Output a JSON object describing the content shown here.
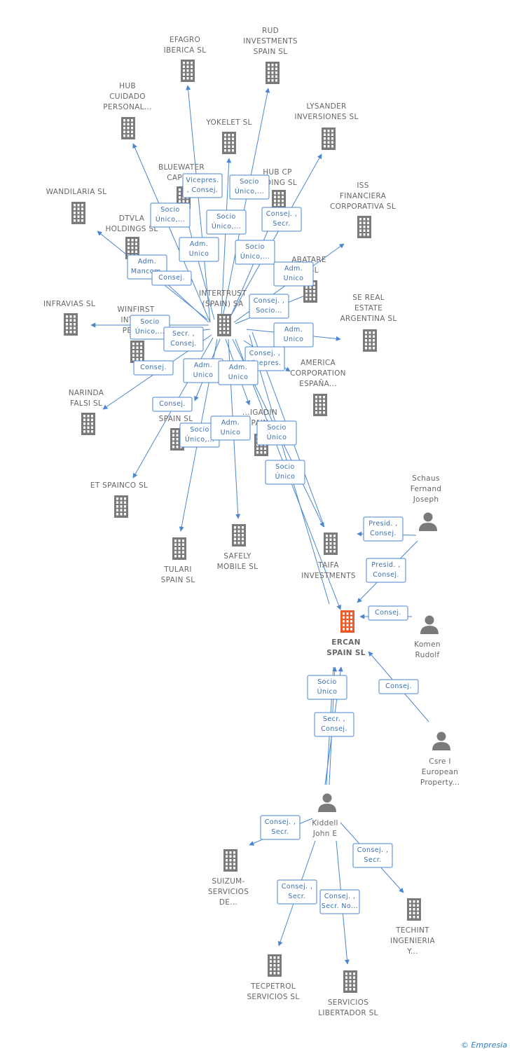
{
  "colors": {
    "company": "#7a7a7a",
    "focus": "#f05a28",
    "person": "#7a7a7a",
    "edge": "#4a86d0",
    "label": "#666666"
  },
  "nodes": [
    {
      "id": "efagro",
      "type": "company",
      "label": [
        "EFAGRO",
        "IBERICA  SL"
      ]
    },
    {
      "id": "rud",
      "type": "company",
      "label": [
        "RUD",
        "INVESTMENTS",
        "SPAIN  SL"
      ]
    },
    {
      "id": "hub_cuidado",
      "type": "company",
      "label": [
        "HUB",
        "CUIDADO",
        "PERSONAL..."
      ]
    },
    {
      "id": "yokelet",
      "type": "company",
      "label": [
        "YOKELET  SL"
      ]
    },
    {
      "id": "lysander",
      "type": "company",
      "label": [
        "LYSANDER",
        "INVERSIONES SL"
      ]
    },
    {
      "id": "bluewater",
      "type": "company",
      "label": [
        "BLUEWATER",
        "CAPIT..."
      ]
    },
    {
      "id": "hubcp",
      "type": "company",
      "label": [
        "HUB CP",
        "...DING  SL"
      ]
    },
    {
      "id": "wandilaria",
      "type": "company",
      "label": [
        "WANDILARIA SL"
      ]
    },
    {
      "id": "iss",
      "type": "company",
      "label": [
        "ISS",
        "FINANCIERA",
        "CORPORATIVA SL"
      ]
    },
    {
      "id": "dtvla",
      "type": "company",
      "label": [
        "DTVLA",
        "HOLDINGS  SL"
      ]
    },
    {
      "id": "abatare",
      "type": "company",
      "label": [
        "ABATARE",
        "...  SL"
      ]
    },
    {
      "id": "intertrust",
      "type": "company",
      "label": [
        "INTERTRUST",
        "(SPAIN) SA"
      ]
    },
    {
      "id": "infravias",
      "type": "company",
      "label": [
        "INFRAVIAS  SL"
      ]
    },
    {
      "id": "winfirst",
      "type": "company",
      "label": [
        "WINFIRST",
        "INTER...",
        "PETR..."
      ]
    },
    {
      "id": "sereal",
      "type": "company",
      "label": [
        "SE REAL",
        "ESTATE",
        "ARGENTINA SL"
      ]
    },
    {
      "id": "america",
      "type": "company",
      "label": [
        "AMERICA",
        "CORPORATION",
        "ESPAÑA..."
      ]
    },
    {
      "id": "narinda",
      "type": "company",
      "label": [
        "NARINDA",
        "FALSI SL"
      ]
    },
    {
      "id": "spainsl",
      "type": "company",
      "label": [
        "SPAIN SL"
      ]
    },
    {
      "id": "igadin",
      "type": "company",
      "label": [
        "...IGADIN",
        "...PAIN..."
      ]
    },
    {
      "id": "etspainco",
      "type": "company",
      "label": [
        "ET SPAINCO SL"
      ]
    },
    {
      "id": "tulari",
      "type": "company",
      "label": [
        "TULARI",
        "SPAIN  SL"
      ]
    },
    {
      "id": "safely",
      "type": "company",
      "label": [
        "SAFELY",
        "MOBILE SL"
      ]
    },
    {
      "id": "taifa",
      "type": "company",
      "label": [
        "TAIFA",
        "INVESTMENTS"
      ]
    },
    {
      "id": "ercan",
      "type": "focus",
      "label": [
        "ERCAN",
        "SPAIN  SL"
      ]
    },
    {
      "id": "schaus",
      "type": "person",
      "label": [
        "Schaus",
        "Fernand",
        "Joseph"
      ]
    },
    {
      "id": "komen",
      "type": "person",
      "label": [
        "Komen",
        "Rudolf"
      ]
    },
    {
      "id": "csre",
      "type": "person",
      "label": [
        "Csre I",
        "European",
        "Property..."
      ]
    },
    {
      "id": "kiddell",
      "type": "person",
      "label": [
        "Kiddell",
        "John E"
      ]
    },
    {
      "id": "suizum",
      "type": "company",
      "label": [
        "SUIZUM-",
        "SERVICIOS",
        "DE..."
      ]
    },
    {
      "id": "techint",
      "type": "company",
      "label": [
        "TECHINT",
        "INGENIERIA",
        "Y..."
      ]
    },
    {
      "id": "tecpetrol",
      "type": "company",
      "label": [
        "TECPETROL",
        "SERVICIOS SL"
      ]
    },
    {
      "id": "servicios",
      "type": "company",
      "label": [
        "SERVICIOS",
        "LIBERTADOR SL"
      ]
    }
  ],
  "edges": [
    {
      "from": "intertrust",
      "to": "efagro",
      "roles": [
        "Vicepres.",
        ", Consej."
      ]
    },
    {
      "from": "intertrust",
      "to": "rud",
      "roles": [
        "Socio",
        "Único,..."
      ]
    },
    {
      "from": "intertrust",
      "to": "hub_cuidado",
      "roles": [
        "Socio",
        "Único,..."
      ]
    },
    {
      "from": "intertrust",
      "to": "yokelet",
      "roles": [
        "Socio",
        "Único,..."
      ]
    },
    {
      "from": "intertrust",
      "to": "lysander",
      "roles": [
        "Consej. ,",
        "Secr."
      ]
    },
    {
      "from": "intertrust",
      "to": "bluewater",
      "roles": [
        "Adm.",
        "Unico"
      ]
    },
    {
      "from": "intertrust",
      "to": "hubcp",
      "roles": [
        "Socio",
        "Único,..."
      ]
    },
    {
      "from": "intertrust",
      "to": "wandilaria",
      "roles": [
        "Adm.",
        "Mancom."
      ]
    },
    {
      "from": "intertrust",
      "to": "iss",
      "roles": [
        "Adm.",
        "Unico"
      ]
    },
    {
      "from": "intertrust",
      "to": "dtvla",
      "roles": [
        "Consej."
      ]
    },
    {
      "from": "intertrust",
      "to": "abatare",
      "roles": [
        "Consej. ,",
        "Socio..."
      ]
    },
    {
      "from": "intertrust",
      "to": "infravias",
      "roles": [
        "Socio",
        "Único,..."
      ]
    },
    {
      "from": "intertrust",
      "to": "winfirst",
      "roles": [
        "Secr. ,",
        "Consej."
      ]
    },
    {
      "from": "intertrust",
      "to": "sereal",
      "roles": [
        "Adm.",
        "Unico"
      ]
    },
    {
      "from": "intertrust",
      "to": "america",
      "roles": [
        "Consej. ,",
        "Vicepres."
      ]
    },
    {
      "from": "intertrust",
      "to": "narinda",
      "roles": [
        "Consej."
      ]
    },
    {
      "from": "intertrust",
      "to": "spainsl",
      "roles": [
        "Adm.",
        "Unico"
      ]
    },
    {
      "from": "intertrust",
      "to": "igadin",
      "roles": [
        "Adm.",
        "Unico"
      ]
    },
    {
      "from": "intertrust",
      "to": "etspainco",
      "roles": [
        "Consej."
      ]
    },
    {
      "from": "intertrust",
      "to": "tulari",
      "roles": [
        "Socio",
        "Único,..."
      ]
    },
    {
      "from": "intertrust",
      "to": "safely",
      "roles": [
        "Adm.",
        "Unico"
      ]
    },
    {
      "from": "intertrust",
      "to": "taifa",
      "roles": [
        "Socio",
        "Único"
      ]
    },
    {
      "from": "intertrust",
      "to": "ercan",
      "roles": [
        "Socio",
        "Único"
      ]
    },
    {
      "from": "schaus",
      "to": "taifa",
      "roles": [
        "Presid. ,",
        "Consej."
      ]
    },
    {
      "from": "schaus",
      "to": "ercan",
      "roles": [
        "Presid. ,",
        "Consej."
      ]
    },
    {
      "from": "komen",
      "to": "taifa",
      "roles": [
        "Consej."
      ]
    },
    {
      "from": "komen",
      "to": "ercan",
      "roles": [
        "Consej."
      ]
    },
    {
      "from": "csre",
      "to": "ercan",
      "roles": [
        "Socio",
        "Único"
      ]
    },
    {
      "from": "kiddell",
      "to": "ercan",
      "roles": [
        "Secr. ,",
        "Consej."
      ]
    },
    {
      "from": "kiddell",
      "to": "ercan",
      "roles": [
        "Consej. ,",
        "Secr."
      ]
    },
    {
      "from": "kiddell",
      "to": "suizum",
      "roles": [
        "Consej. ,",
        "Secr."
      ]
    },
    {
      "from": "kiddell",
      "to": "techint",
      "roles": [
        "Consej. ,",
        "Secr."
      ]
    },
    {
      "from": "kiddell",
      "to": "tecpetrol",
      "roles": [
        "Consej. ,",
        "Secr. No..."
      ]
    },
    {
      "from": "kiddell",
      "to": "servicios",
      "roles": [
        "Secr.  No",
        "Consej."
      ]
    }
  ],
  "credit": {
    "symbol": "©",
    "brand": "Empresia"
  }
}
